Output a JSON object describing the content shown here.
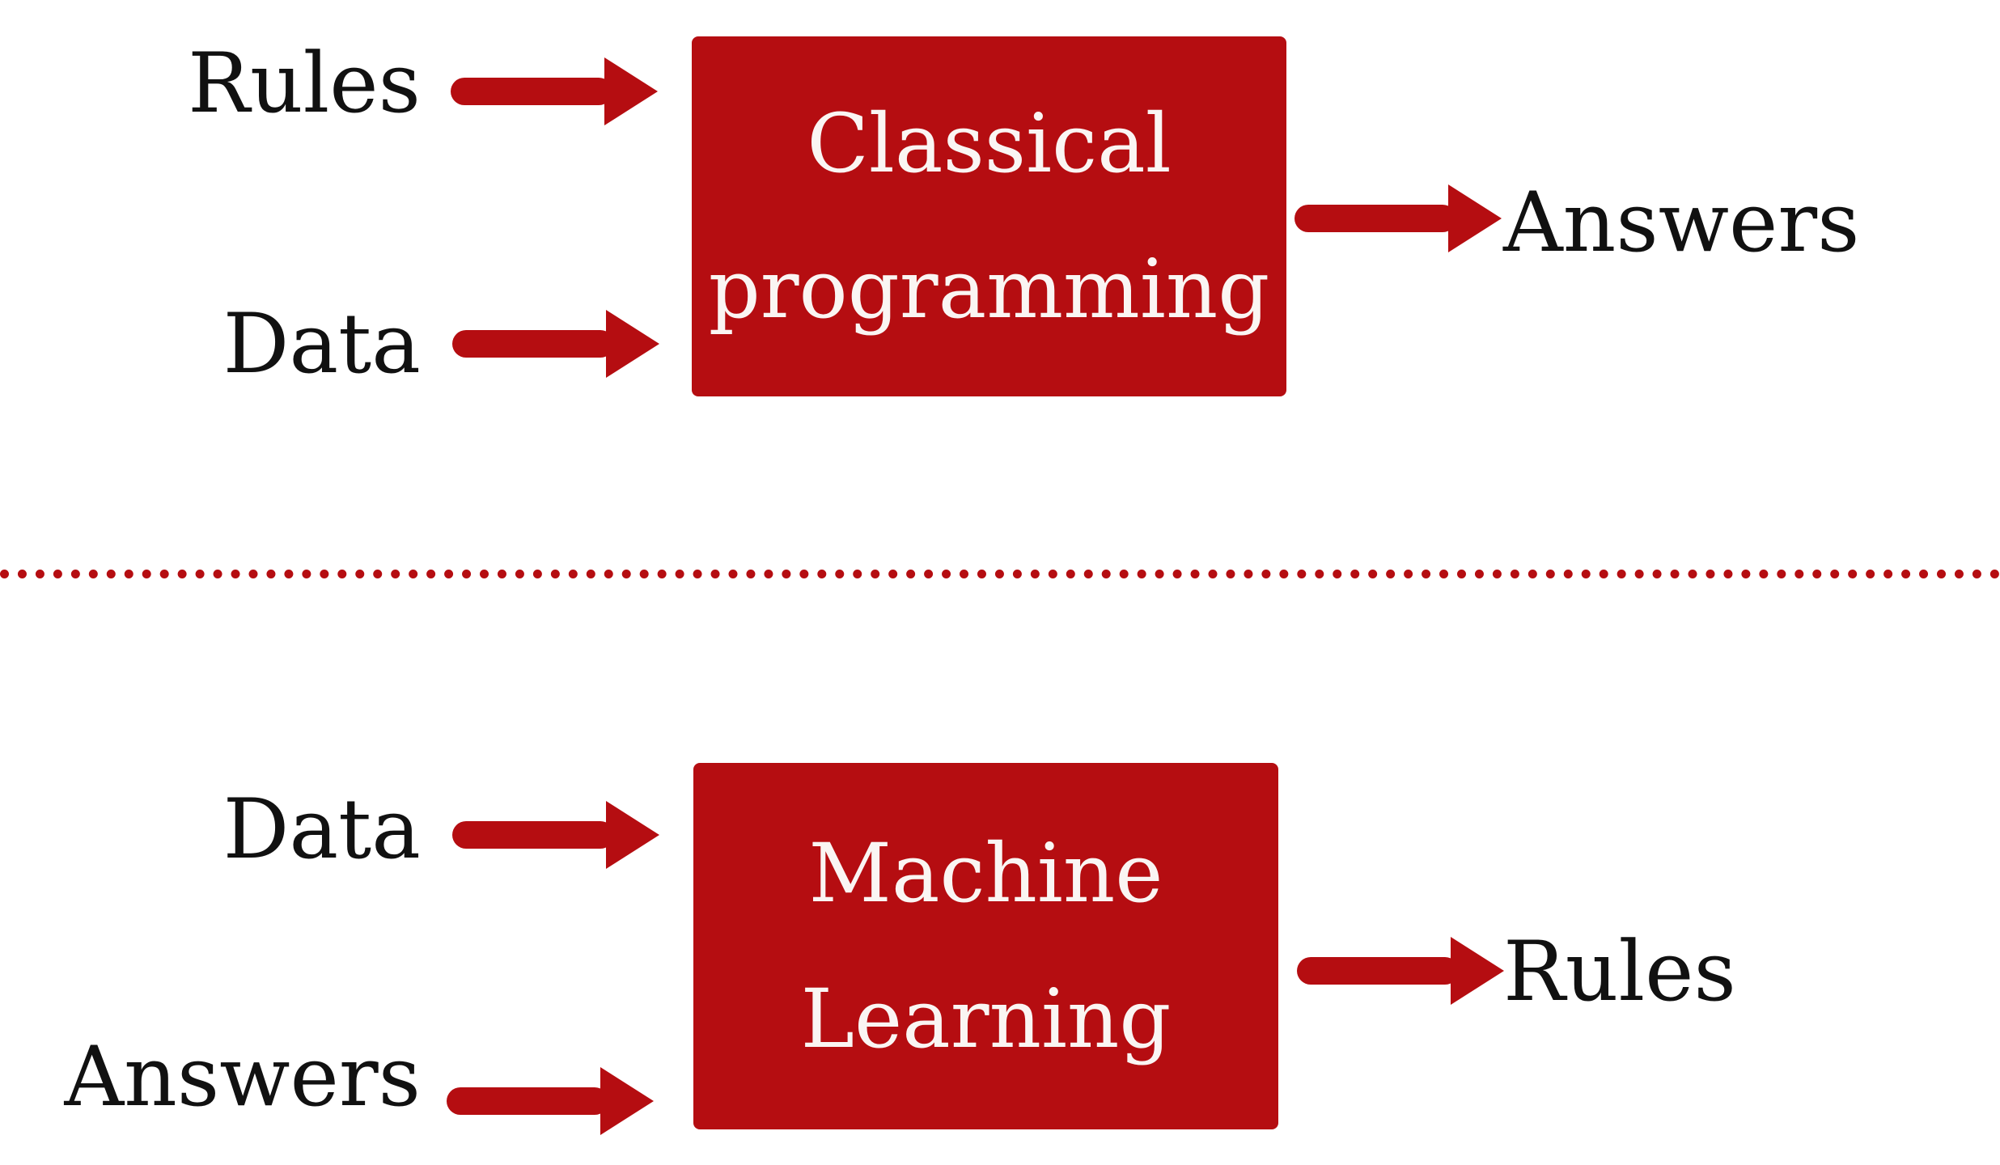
{
  "colors": {
    "accent_red": "#b50d11",
    "label_text": "#111111",
    "box_text": "#faf5f3",
    "background": "#ffffff"
  },
  "icons": {
    "flow_arrow": "right-arrow-icon"
  },
  "top_diagram": {
    "input1_label": "Rules",
    "input2_label": "Data",
    "box_line1": "Classical",
    "box_line2": "programming",
    "output_label": "Answers"
  },
  "bottom_diagram": {
    "input1_label": "Data",
    "input2_label": "Answers",
    "box_line1": "Machine",
    "box_line2": "Learning",
    "output_label": "Rules"
  }
}
